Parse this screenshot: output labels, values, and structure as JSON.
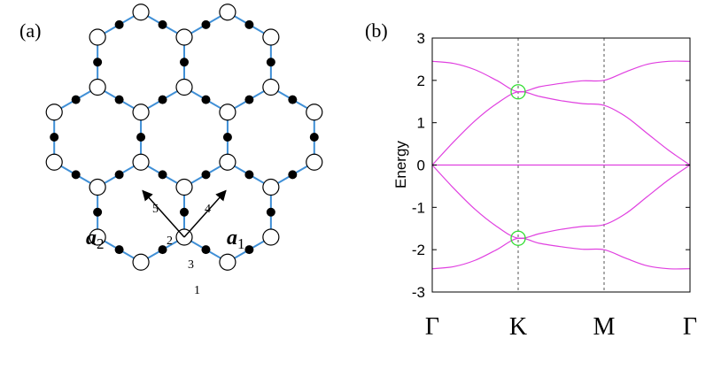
{
  "panel_a": {
    "label": "(a)",
    "vectors": {
      "a1_main": "a",
      "a1_sub": "1",
      "a2_main": "a",
      "a2_sub": "2"
    },
    "site_labels": [
      "1",
      "2",
      "3",
      "4",
      "5"
    ],
    "colors": {
      "bond": "#3f8fd6",
      "open_site": "#ffffff",
      "filled_site": "#000000",
      "arrow": "#000000"
    }
  },
  "panel_b": {
    "label": "(b)",
    "colors": {
      "band": "#e040e0",
      "dirac_marker": "#33dd33",
      "frame": "#000000",
      "divider": "#555555"
    }
  },
  "chart_data": {
    "type": "line",
    "ylabel": "Energy",
    "ylim": [
      -3,
      3
    ],
    "yticks": [
      3,
      2,
      1,
      0,
      -1,
      -2,
      -3
    ],
    "ytick_labels": [
      "3",
      "2",
      "1",
      "0",
      "-1",
      "-2",
      "-3"
    ],
    "x_path": [
      "Γ",
      "K",
      "M",
      "Γ"
    ],
    "x_positions": [
      0,
      1,
      2,
      3
    ],
    "series": [
      {
        "x": [
          0,
          0.25,
          0.5,
          0.75,
          1,
          1.25,
          1.5,
          1.75,
          2,
          2.25,
          2.5,
          2.75,
          3
        ],
        "y": [
          2.45,
          2.4,
          2.25,
          2.0,
          1.73,
          1.85,
          1.93,
          1.99,
          2.0,
          2.2,
          2.38,
          2.45,
          2.45
        ]
      },
      {
        "x": [
          0,
          0.25,
          0.5,
          0.75,
          1,
          1.25,
          1.5,
          1.75,
          2,
          2.25,
          2.5,
          2.75,
          3
        ],
        "y": [
          0.0,
          0.55,
          1.05,
          1.45,
          1.73,
          1.62,
          1.52,
          1.45,
          1.41,
          1.15,
          0.75,
          0.35,
          0.0
        ]
      },
      {
        "x": [
          0,
          3
        ],
        "y": [
          0,
          0
        ]
      },
      {
        "x": [
          0,
          0.25,
          0.5,
          0.75,
          1,
          1.25,
          1.5,
          1.75,
          2,
          2.25,
          2.5,
          2.75,
          3
        ],
        "y": [
          0.0,
          -0.55,
          -1.05,
          -1.45,
          -1.73,
          -1.62,
          -1.52,
          -1.45,
          -1.41,
          -1.15,
          -0.75,
          -0.35,
          0.0
        ]
      },
      {
        "x": [
          0,
          0.25,
          0.5,
          0.75,
          1,
          1.25,
          1.5,
          1.75,
          2,
          2.25,
          2.5,
          2.75,
          3
        ],
        "y": [
          -2.45,
          -2.4,
          -2.25,
          -2.0,
          -1.73,
          -1.85,
          -1.93,
          -1.99,
          -2.0,
          -2.2,
          -2.38,
          -2.45,
          -2.45
        ]
      }
    ],
    "dirac_points": [
      {
        "x": 1,
        "y": 1.73
      },
      {
        "x": 1,
        "y": -1.73
      }
    ],
    "grid": false,
    "vertical_dividers": [
      1,
      2
    ]
  }
}
